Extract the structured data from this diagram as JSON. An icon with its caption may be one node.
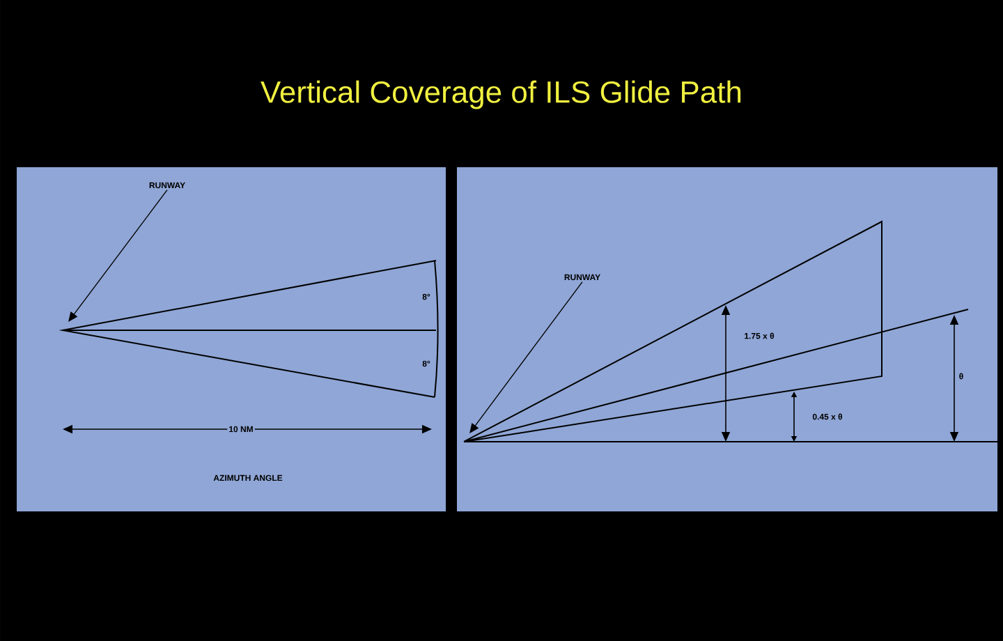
{
  "diagram": {
    "title": "Vertical Coverage of ILS Glide Path",
    "nodes": [
      {
        "text": [
          "RUNWAY"
        ]
      },
      {
        "text": [
          "RUNWAY"
        ]
      }
    ],
    "edges": [
      {
        "from": 0,
        "to": null,
        "arrow": "to"
      },
      {
        "from": 1,
        "to": null,
        "arrow": "to"
      }
    ],
    "labels": [
      "8°",
      "8°",
      "10 NM",
      "AZIMUTH ANGLE",
      "1.75 x θ",
      "0.45 x θ",
      "θ"
    ]
  }
}
